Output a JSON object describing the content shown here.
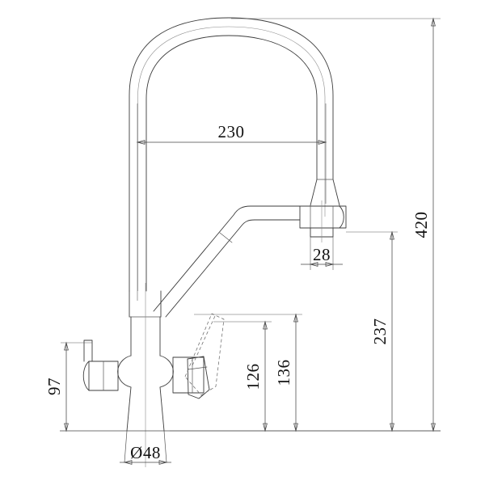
{
  "drawing": {
    "type": "technical-dimension-drawing",
    "subject": "kitchen-mixer-tap-gooseneck-with-side-lever",
    "units": "mm",
    "background_color": "#ffffff",
    "line_color": "#3c3c3c",
    "dimension_text_color": "#111111"
  },
  "dimensions": {
    "reach": {
      "label": "230",
      "orientation": "horizontal",
      "description": "spout reach from column centre to spout outlet"
    },
    "total_height": {
      "label": "420",
      "orientation": "vertical",
      "description": "overall height from base to top of gooseneck"
    },
    "spout_outlet_height": {
      "label": "237",
      "orientation": "vertical",
      "description": "height from base to spout outlet"
    },
    "outlet_width": {
      "label": "28",
      "orientation": "horizontal",
      "description": "aerator / outlet width"
    },
    "lever_height": {
      "label": "136",
      "orientation": "vertical",
      "description": "height to top of side lever handle"
    },
    "lever_pivot_height": {
      "label": "126",
      "orientation": "vertical",
      "description": "height to lever pivot"
    },
    "handle_height": {
      "label": "97",
      "orientation": "vertical",
      "description": "height to left handle axis"
    },
    "base_diameter": {
      "label": "Ø48",
      "orientation": "horizontal",
      "description": "base / shank diameter"
    }
  }
}
